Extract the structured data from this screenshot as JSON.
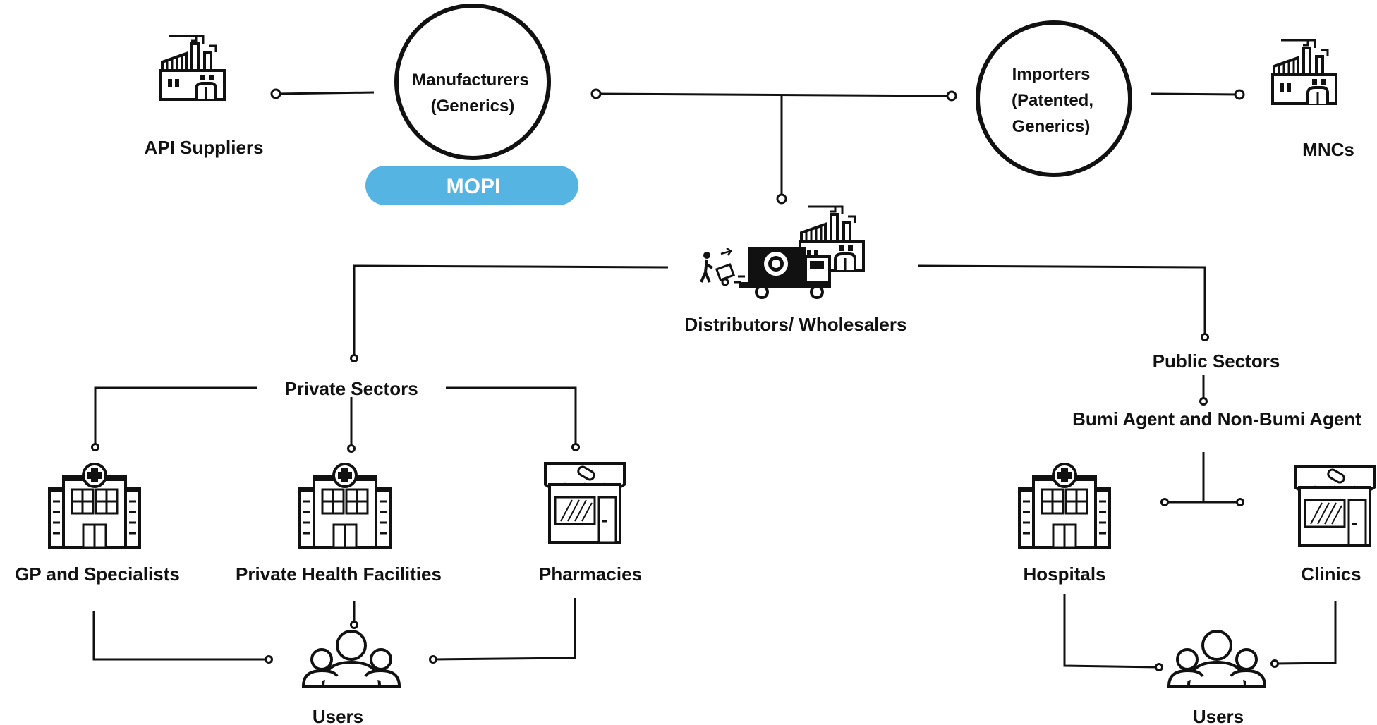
{
  "nodes": {
    "api_suppliers": "API Suppliers",
    "manufacturers_line1": "Manufacturers",
    "manufacturers_line2": "(Generics)",
    "mopi": "MOPI",
    "importers_line1": "Importers",
    "importers_line2": "(Patented,",
    "importers_line3": "Generics)",
    "mncs": "MNCs",
    "distributors": "Distributors/ Wholesalers",
    "private_sectors": "Private Sectors",
    "public_sectors": "Public Sectors",
    "bumi_agent": "Bumi Agent and Non-Bumi Agent",
    "gp_specialists": "GP and Specialists",
    "private_health": "Private Health Facilities",
    "pharmacies": "Pharmacies",
    "hospitals": "Hospitals",
    "clinics": "Clinics",
    "users_left": "Users",
    "users_right": "Users"
  },
  "colors": {
    "mopi_pill": "#56b4e2",
    "mopi_text": "#ffffff",
    "line": "#111111"
  },
  "icons": [
    "factory-icon",
    "truck-icon",
    "hospital-icon",
    "pharmacy-icon",
    "users-icon"
  ]
}
